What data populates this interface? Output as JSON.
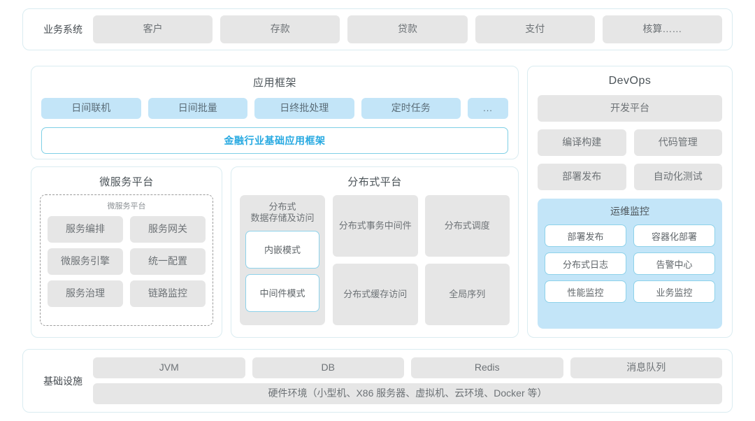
{
  "business_system": {
    "label": "业务系统",
    "items": [
      "客户",
      "存款",
      "贷款",
      "支付",
      "核算……"
    ]
  },
  "app_framework": {
    "title": "应用框架",
    "chips": [
      "日间联机",
      "日间批量",
      "日终批处理",
      "定时任务"
    ],
    "more": "...",
    "base_framework": "金融行业基础应用框架"
  },
  "microservice_platform": {
    "title": "微服务平台",
    "inner_label": "微服务平台",
    "items": [
      "服务编排",
      "服务网关",
      "微服务引擎",
      "统一配置",
      "服务治理",
      "链路监控"
    ]
  },
  "distributed_platform": {
    "title": "分布式平台",
    "storage": {
      "title": "分布式\n数据存储及访问",
      "title_line1": "分布式",
      "title_line2": "数据存储及访问",
      "modes": [
        "内嵌模式",
        "中间件模式"
      ]
    },
    "cards": [
      {
        "line1": "分布式",
        "line2": "事务中间件"
      },
      {
        "line1": "分布式调度",
        "line2": ""
      },
      {
        "line1": "分布式",
        "line2": "缓存访问"
      },
      {
        "line1": "全局序列",
        "line2": ""
      }
    ]
  },
  "devops": {
    "title": "DevOps",
    "platform": "开发平台",
    "items": [
      "编译构建",
      "代码管理",
      "部署发布",
      "自动化测试"
    ],
    "monitoring": {
      "title": "运维监控",
      "items": [
        "部署发布",
        "容器化部署",
        "分布式日志",
        "告警中心",
        "性能监控",
        "业务监控"
      ]
    }
  },
  "infrastructure": {
    "label": "基础设施",
    "items": [
      "JVM",
      "DB",
      "Redis",
      "消息队列"
    ],
    "hardware": "硬件环境（小型机、X86 服务器、虚拟机、云环境、Docker 等）"
  },
  "colors": {
    "panel_border": "#daecf1",
    "chip_gray": "#e6e6e6",
    "chip_blue": "#c3e5f8",
    "accent_blue": "#27a9e1",
    "card_border_blue": "#8ed2ea",
    "text_dark": "#454b50",
    "text_gray": "#6d7276"
  }
}
